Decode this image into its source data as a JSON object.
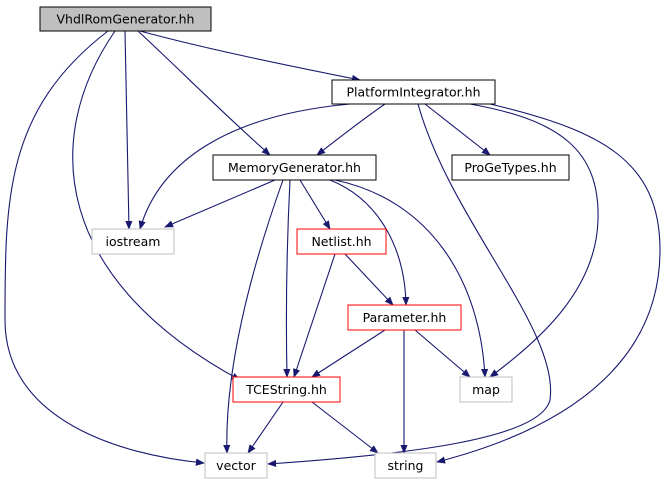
{
  "colors": {
    "edge": "#191970",
    "black_border": "#000000",
    "red_border": "#ff0000",
    "gray_border": "#bfbfbf",
    "root_fill": "#bfbfbf",
    "node_fill": "#ffffff",
    "text": "#000000"
  },
  "nodes": {
    "vhdlrom": {
      "label": "VhdlRomGenerator.hh",
      "style": "root"
    },
    "platform": {
      "label": "PlatformIntegrator.hh",
      "style": "black"
    },
    "memgen": {
      "label": "MemoryGenerator.hh",
      "style": "black"
    },
    "progetypes": {
      "label": "ProGeTypes.hh",
      "style": "black"
    },
    "iostream": {
      "label": "iostream",
      "style": "gray"
    },
    "netlist": {
      "label": "Netlist.hh",
      "style": "red"
    },
    "parameter": {
      "label": "Parameter.hh",
      "style": "red"
    },
    "map": {
      "label": "map",
      "style": "gray"
    },
    "tcestring": {
      "label": "TCEString.hh",
      "style": "red"
    },
    "vector": {
      "label": "vector",
      "style": "gray"
    },
    "string": {
      "label": "string",
      "style": "gray"
    }
  },
  "edges": [
    [
      "vhdlrom",
      "platform"
    ],
    [
      "vhdlrom",
      "memgen"
    ],
    [
      "vhdlrom",
      "iostream"
    ],
    [
      "vhdlrom",
      "tcestring"
    ],
    [
      "vhdlrom",
      "vector"
    ],
    [
      "platform",
      "memgen"
    ],
    [
      "platform",
      "progetypes"
    ],
    [
      "platform",
      "iostream"
    ],
    [
      "platform",
      "map"
    ],
    [
      "platform",
      "vector"
    ],
    [
      "platform",
      "string"
    ],
    [
      "memgen",
      "iostream"
    ],
    [
      "memgen",
      "netlist"
    ],
    [
      "memgen",
      "parameter"
    ],
    [
      "memgen",
      "map"
    ],
    [
      "memgen",
      "tcestring"
    ],
    [
      "memgen",
      "vector"
    ],
    [
      "netlist",
      "parameter"
    ],
    [
      "netlist",
      "tcestring"
    ],
    [
      "parameter",
      "map"
    ],
    [
      "parameter",
      "tcestring"
    ],
    [
      "parameter",
      "string"
    ],
    [
      "tcestring",
      "vector"
    ],
    [
      "tcestring",
      "string"
    ]
  ]
}
